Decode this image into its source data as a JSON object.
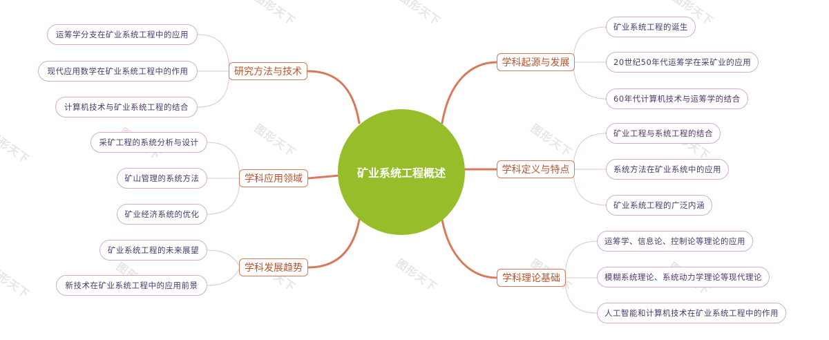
{
  "center": {
    "label": "矿业系统工程概述",
    "color": "#97bd2a"
  },
  "colors": {
    "branch_line": "#d9795a",
    "leaf_line": "#dcc3dd",
    "branch_text": "#b8552e",
    "leaf_text": "#4a3a6e"
  },
  "watermark": "图形天下",
  "branches": [
    {
      "label": "学科起源与发展",
      "side": "right",
      "children": [
        "矿业系统工程的诞生",
        "20世纪50年代运筹学在采矿业的应用",
        "60年代计算机技术与运筹学的结合"
      ]
    },
    {
      "label": "学科定义与特点",
      "side": "right",
      "children": [
        "矿业工程与系统工程的结合",
        "系统方法在矿业系统中的应用",
        "矿业系统工程的广泛内涵"
      ]
    },
    {
      "label": "学科理论基础",
      "side": "right",
      "children": [
        "运筹学、信息论、控制论等理论的应用",
        "模糊系统理论、系统动力学理论等现代理论",
        "人工智能和计算机技术在矿业系统工程中的作用"
      ]
    },
    {
      "label": "研究方法与技术",
      "side": "left",
      "children": [
        "运筹学分支在矿业系统工程中的应用",
        "现代应用数学在矿业系统工程中的作用",
        "计算机技术与矿业系统工程的结合"
      ]
    },
    {
      "label": "学科应用领域",
      "side": "left",
      "children": [
        "采矿工程的系统分析与设计",
        "矿山管理的系统方法",
        "矿业经济系统的优化"
      ]
    },
    {
      "label": "学科发展趋势",
      "side": "left",
      "children": [
        "矿业系统工程的未来展望",
        "新技术在矿业系统工程中的应用前景"
      ]
    }
  ]
}
